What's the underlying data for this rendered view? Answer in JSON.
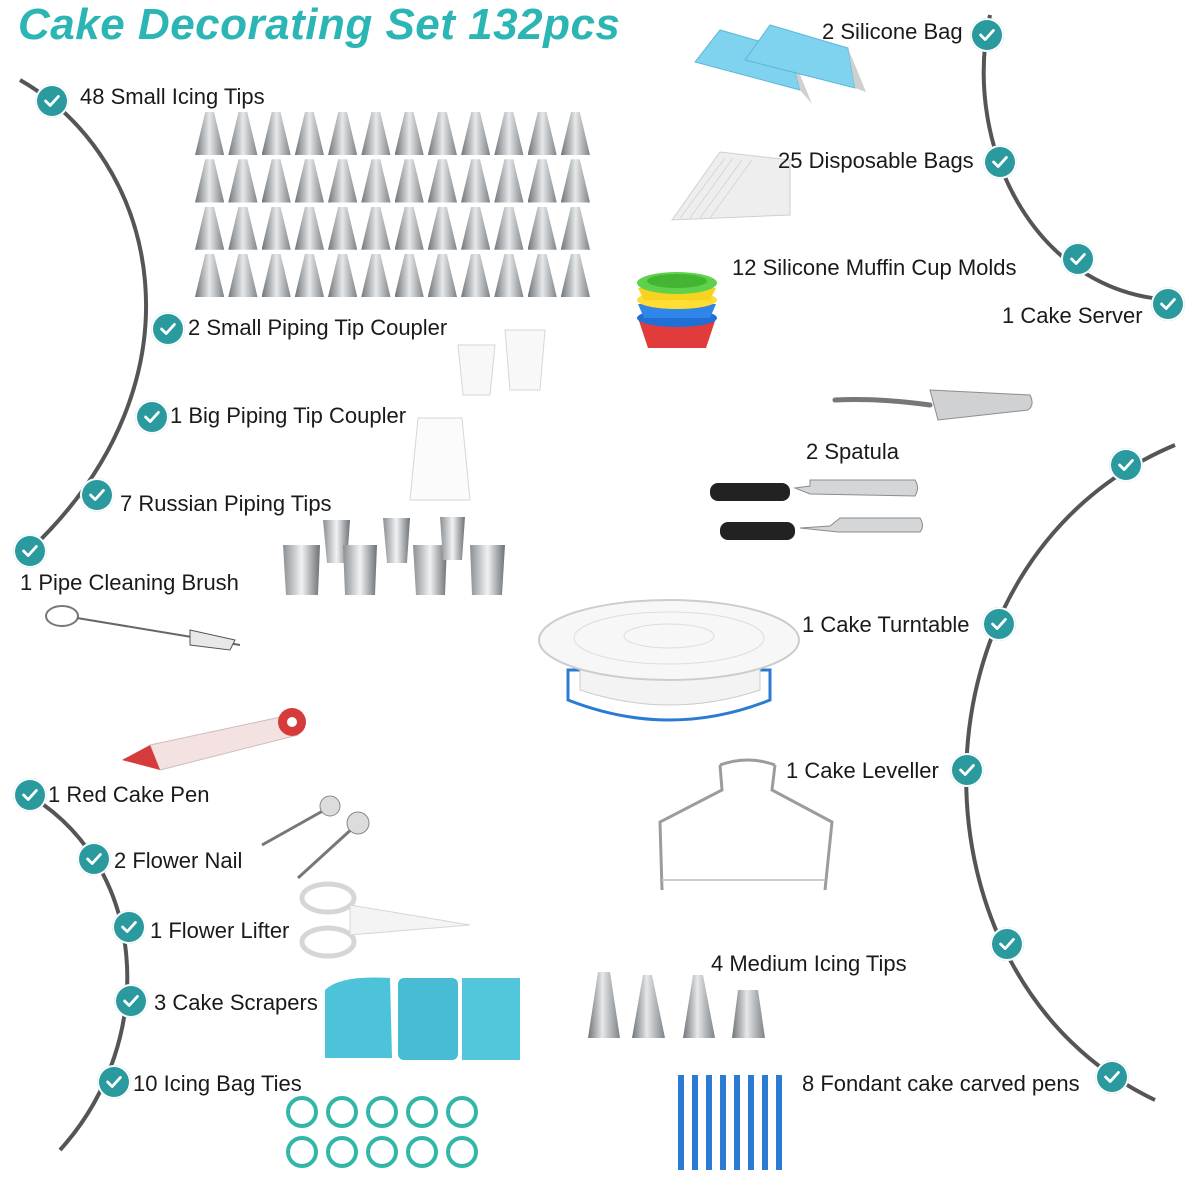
{
  "title": "Cake Decorating Set  132pcs",
  "items": {
    "small_icing_tips": "48 Small Icing Tips",
    "small_coupler": "2 Small Piping Tip Coupler",
    "big_coupler": "1 Big Piping Tip Coupler",
    "russian_tips": "7 Russian Piping Tips",
    "cleaning_brush": "1 Pipe Cleaning Brush",
    "red_cake_pen": "1 Red Cake Pen",
    "flower_nail": "2 Flower Nail",
    "flower_lifter": "1 Flower Lifter",
    "cake_scrapers": "3 Cake Scrapers",
    "icing_bag_ties": "10 Icing Bag Ties",
    "silicone_bag": "2 Silicone Bag",
    "disposable_bags": "25 Disposable Bags",
    "muffin_molds": "12 Silicone Muffin Cup Molds",
    "cake_server": "1 Cake Server",
    "spatula": "2 Spatula",
    "turntable": "1 Cake Turntable",
    "leveller": "1 Cake Leveller",
    "medium_tips": "4 Medium Icing Tips",
    "fondant_pens": "8 Fondant cake carved pens"
  },
  "colors": {
    "title": "#2cb5b5",
    "check": "#2b9a9f",
    "arc": "#555555",
    "silicone": "#5cc8e6",
    "scraper": "#4cc3d9"
  },
  "icons": {
    "check": "check-circle-icon"
  }
}
